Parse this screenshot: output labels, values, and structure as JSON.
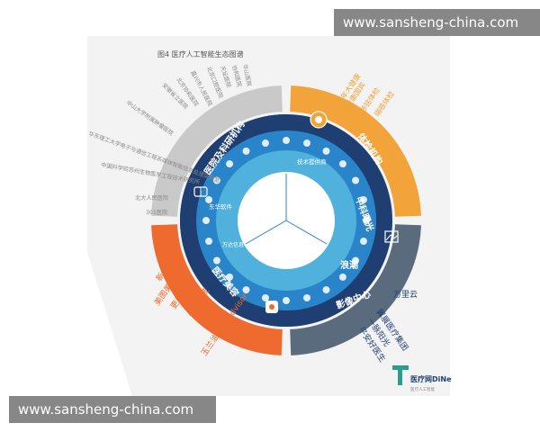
{
  "title": "图4 医疗人工智能生态图谱",
  "watermark": {
    "top": "www.sansheng-china.com",
    "bottom": "www.sansheng-china.com"
  },
  "sectors": [
    {
      "name": "医院及科研机构",
      "color": "#c9c9c9"
    },
    {
      "name": "体检机构",
      "color": "#f2a33a"
    },
    {
      "name": "影像中心",
      "color": "#5a6b7e"
    },
    {
      "name": "医疗美容",
      "color": "#ee6a2f"
    }
  ],
  "ring_labels": {
    "zhongketu": "中科曙光",
    "langchao": "浪潮",
    "donghua": "东华软件",
    "jishu": "技术提供商",
    "wanda": "万达信息"
  },
  "colors": {
    "ring_dark": "#1f3f73",
    "ring_blue": "#2a84c9",
    "ring_light": "#4fb1dc",
    "inner_white": "#ffffff",
    "text_gray": "#8a8a8a",
    "text_orange": "#ee6a2f",
    "text_blue_dark": "#1f3f73"
  },
  "hospitals": [
    "北大人民医院",
    "301医院",
    "中国科学院苏州生物医学工程技术研究所",
    "华东理工大学电子与通信工程系媒体智能信息处理实验室",
    "中山大学附属肿瘤医院",
    "安徽省立医院",
    "北京协和医院",
    "嘉兴市人民医院",
    "北京口腔医院",
    "天坛医院",
    "协和医院",
    "华山医院"
  ],
  "checkup": [
    "美年大健康",
    "爱康国宾",
    "慈铭体检",
    "瑞慈体检"
  ],
  "imaging": [
    "万里云",
    "翼展医疗集团",
    "一脉阳光",
    "平安好医生"
  ],
  "beauty": [
    "新氧APP",
    "美图美妆APP",
    "更美APP",
    "小林科技",
    "玉兰油Skin Advisor"
  ],
  "logo_text": "医疗网DiNe",
  "logo_sub": "医疗人工智能"
}
